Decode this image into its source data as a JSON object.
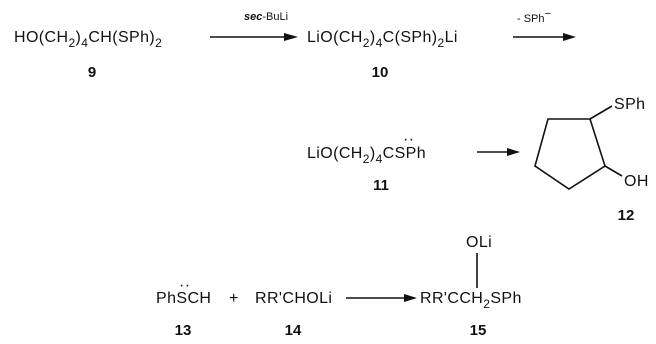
{
  "row1": {
    "c9": {
      "formula": [
        "HO(CH",
        "2",
        ")",
        "4",
        "CH(SPh)",
        "2"
      ],
      "label": "9"
    },
    "arrow1": {
      "reagent_italic": "sec",
      "reagent_rest": "-BuLi"
    },
    "c10": {
      "formula": [
        "LiO(CH",
        "2",
        ")",
        "4",
        "C(SPh)",
        "2",
        "Li"
      ],
      "label": "10"
    },
    "arrow2": {
      "reagent": "- SPh",
      "charge": "−"
    }
  },
  "row2": {
    "c11": {
      "formula": [
        "LiO(CH",
        "2",
        ")",
        "4",
        "CSPh"
      ],
      "carbene_dot": "··",
      "label": "11"
    },
    "c12": {
      "sph": "SPh",
      "oh": "OH",
      "label": "12"
    }
  },
  "row3": {
    "c13": {
      "formula": "PhSCH",
      "carbene_dot": "··",
      "label": "13"
    },
    "plus": "+",
    "c14": {
      "formula": "RR'CHOLi",
      "label": "14"
    },
    "c15": {
      "oli": "OLi",
      "formula": [
        "RR'CCH",
        "2",
        "SPh"
      ],
      "label": "15"
    }
  },
  "colors": {
    "ink": "#111111",
    "background": "#ffffff"
  }
}
